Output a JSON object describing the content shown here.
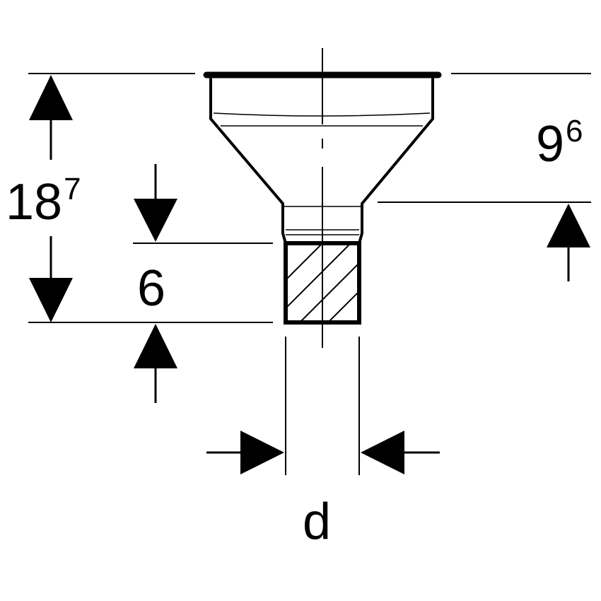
{
  "dimensions": {
    "total_height": {
      "main": "18",
      "sup": "7"
    },
    "funnel_height": {
      "main": "9",
      "sup": "6"
    },
    "spigot_length": {
      "main": "6"
    },
    "diameter": {
      "main": "d"
    }
  },
  "colors": {
    "stroke": "#000000",
    "background": "#ffffff"
  }
}
